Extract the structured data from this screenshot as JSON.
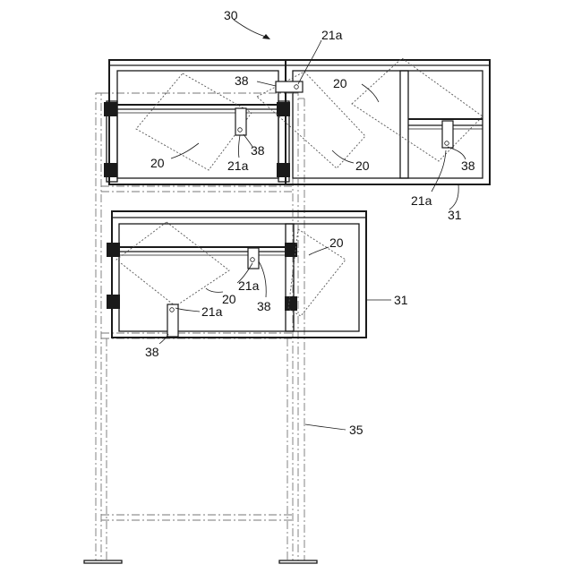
{
  "labels": {
    "assembly": "30",
    "support_frame": "35",
    "body_top_right": "31",
    "body_lower": "31",
    "panel_top_left": "20",
    "panel_top_mid": "20",
    "panel_top_right": "20",
    "panel_lower_right": "20",
    "panel_lower_left": "20",
    "slider_top": "38",
    "slider_top_left": "38",
    "slider_top_right": "38",
    "slider_lower_mid": "38",
    "slider_lower_left": "38",
    "ref_top": "21a",
    "ref_top_left": "21a",
    "ref_top_right": "21a",
    "ref_lower_mid": "21a",
    "ref_lower_left": "21a"
  }
}
